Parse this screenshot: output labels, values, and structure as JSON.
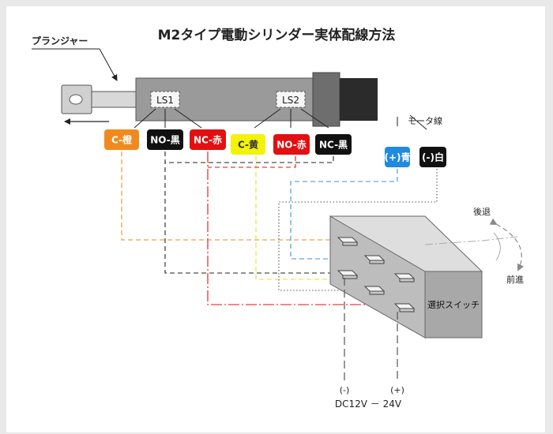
{
  "title": "M2タイプ電動シリンダー実体配線方法",
  "plunger_label": "プランジャー",
  "limit_switches": [
    "LS1",
    "LS2"
  ],
  "motor_wire_label": "モータ線",
  "switch_label": "選択スイッチ",
  "direction_labels": {
    "retract": "後退",
    "advance": "前進"
  },
  "power": {
    "minus": "(-)",
    "plus": "(+)",
    "voltage_text": "DC12V － 24V"
  },
  "wires": [
    {
      "id": "ls1-c",
      "label": "C-橙",
      "bg": "#f08a1e",
      "fg": "#ffffff",
      "line": "#f08a1e",
      "style": "dash"
    },
    {
      "id": "ls1-no",
      "label": "NO-黒",
      "bg": "#111111",
      "fg": "#ffffff",
      "line": "#222222",
      "style": "dash"
    },
    {
      "id": "ls1-nc",
      "label": "NC-赤",
      "bg": "#e21010",
      "fg": "#ffffff",
      "line": "#e21010",
      "style": "solid"
    },
    {
      "id": "ls2-c",
      "label": "C-黄",
      "bg": "#f2f20a",
      "fg": "#333333",
      "line": "#e8e020",
      "style": "dash"
    },
    {
      "id": "ls2-no",
      "label": "NO-赤",
      "bg": "#e21010",
      "fg": "#ffffff",
      "line": "#e21010",
      "style": "dash"
    },
    {
      "id": "ls2-nc",
      "label": "NC-黒",
      "bg": "#111111",
      "fg": "#ffffff",
      "line": "#222222",
      "style": "dash"
    },
    {
      "id": "motor-plus",
      "label": "(+)青",
      "bg": "#1f8ae0",
      "fg": "#ffffff",
      "line": "#3d8fe0",
      "style": "dash"
    },
    {
      "id": "motor-minus",
      "label": "(-)白",
      "bg": "#111111",
      "fg": "#ffffff",
      "line": "#555555",
      "style": "dot"
    }
  ],
  "colors": {
    "cylinder_body": "#9a9a9a",
    "cylinder_collar": "#6e6e6e",
    "cylinder_end": "#2b2b2b",
    "switch_front": "#bdbdbd",
    "switch_top": "#dedede",
    "switch_side": "#a8a8a8",
    "power_line": "#555555"
  }
}
